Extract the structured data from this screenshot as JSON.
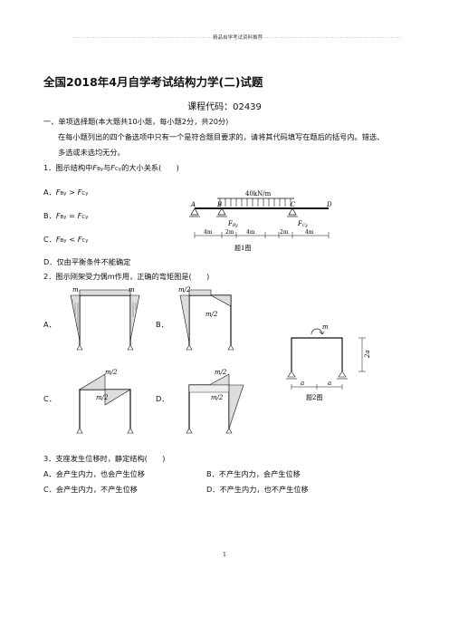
{
  "header": {
    "text": "精品自学考试资料推荐"
  },
  "title": "全国2018年4月自学考试结构力学(二)试题",
  "course_code": "课程代码：02439",
  "section1": {
    "heading": "一、单项选择题(本大题共10小题，每小题2分，共20分)",
    "instr_line1": "在每小题列出的四个备选项中只有一个是符合题目要求的，请将其代码填写在题后的括号内。错选、",
    "instr_line2": "多选或未选均无分。"
  },
  "q1": {
    "pre": "1．图示结构中",
    "mid": "与",
    "post": "的大小关系(　　)",
    "opt_a": "A．",
    "opt_b": "B．",
    "opt_c": "C．",
    "opt_d": "D．仅由平衡条件不能确定",
    "rel_a": ">",
    "rel_b": "=",
    "rel_c": "<",
    "F": "F",
    "By": "By",
    "Cy": "Cy",
    "fig": {
      "load": "40kN/m",
      "A": "A",
      "B": "B",
      "C": "C",
      "D": "D",
      "d1": "4m",
      "d2": "2m",
      "d3": "4m",
      "d4": "2m",
      "d5": "4m",
      "caption": "题1图"
    }
  },
  "q2": {
    "text": "2．图示刚架受力偶m作用，正确的弯矩图是(　　)",
    "opt_a": "A．",
    "opt_b": "B．",
    "opt_c": "C．",
    "opt_d": "D．",
    "m": "m",
    "m2": "m/2",
    "fig": {
      "m": "m",
      "h": "2a",
      "a1": "a",
      "a2": "a",
      "caption": "题2图"
    }
  },
  "q3": {
    "text": "3．支座发生位移时，静定结构(　　)",
    "opt_a": "A．会产生内力，也会产生位移",
    "opt_b": "B．不产生内力，会产生位移",
    "opt_c": "C．会产生内力，不产生位移",
    "opt_d": "D．不产生内力，也不产生位移"
  },
  "page_number": "1"
}
